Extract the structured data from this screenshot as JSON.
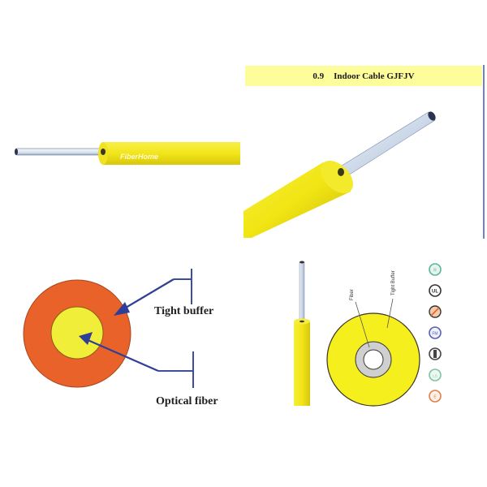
{
  "top_left_image": {
    "description": "Horizontal tight-buffered fiber cable",
    "brand_text": "FiberHome",
    "jacket_color": "#f4ea1c",
    "fiber_color": "#dfe8f2"
  },
  "top_right_image": {
    "title_number": "0.9",
    "title_text": "Indoor Cable GJFJV",
    "title_bg_color": "#fdfd9c",
    "border_color": "#6f82c6",
    "jacket_color": "#f2ea12"
  },
  "bottom_left_diagram": {
    "outer_color": "#e8622a",
    "inner_color": "#f1ee3a",
    "arrow_color": "#2f3f98",
    "labels": {
      "tight_buffer": "Tight buffer",
      "optical_fiber": "Optical fiber"
    }
  },
  "bottom_right_diagram": {
    "cross_section_labels": {
      "fiber": "Fiber",
      "tight_buffer": "Tight Buffer"
    },
    "buffer_color": "#f6ef1e",
    "ring_color": "#cfcfcf",
    "certification_icons": [
      {
        "name": "rohs-icon",
        "color": "#5fb39a"
      },
      {
        "name": "ul-icon",
        "color": "#333333"
      },
      {
        "name": "no-halogen-icon",
        "color": "#d9682a"
      },
      {
        "name": "fm-icon",
        "color": "#5860a8"
      },
      {
        "name": "flame-retardant-icon",
        "color": "#444444"
      },
      {
        "name": "lszh-icon",
        "color": "#7fc2a6"
      },
      {
        "name": "eco-icon",
        "color": "#e0804a"
      }
    ]
  }
}
